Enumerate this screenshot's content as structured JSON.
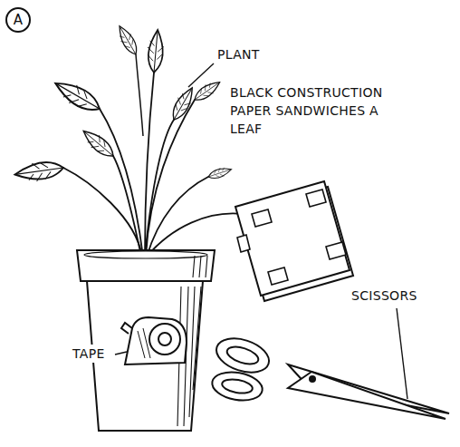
{
  "diagram": {
    "nodes": [
      {
        "text": [
          "A"
        ]
      }
    ],
    "labels": [
      "PLANT",
      "BLACK CONSTRUCTION PAPER SANDWICHES A LEAF",
      "TAPE",
      "SCISSORS"
    ]
  }
}
